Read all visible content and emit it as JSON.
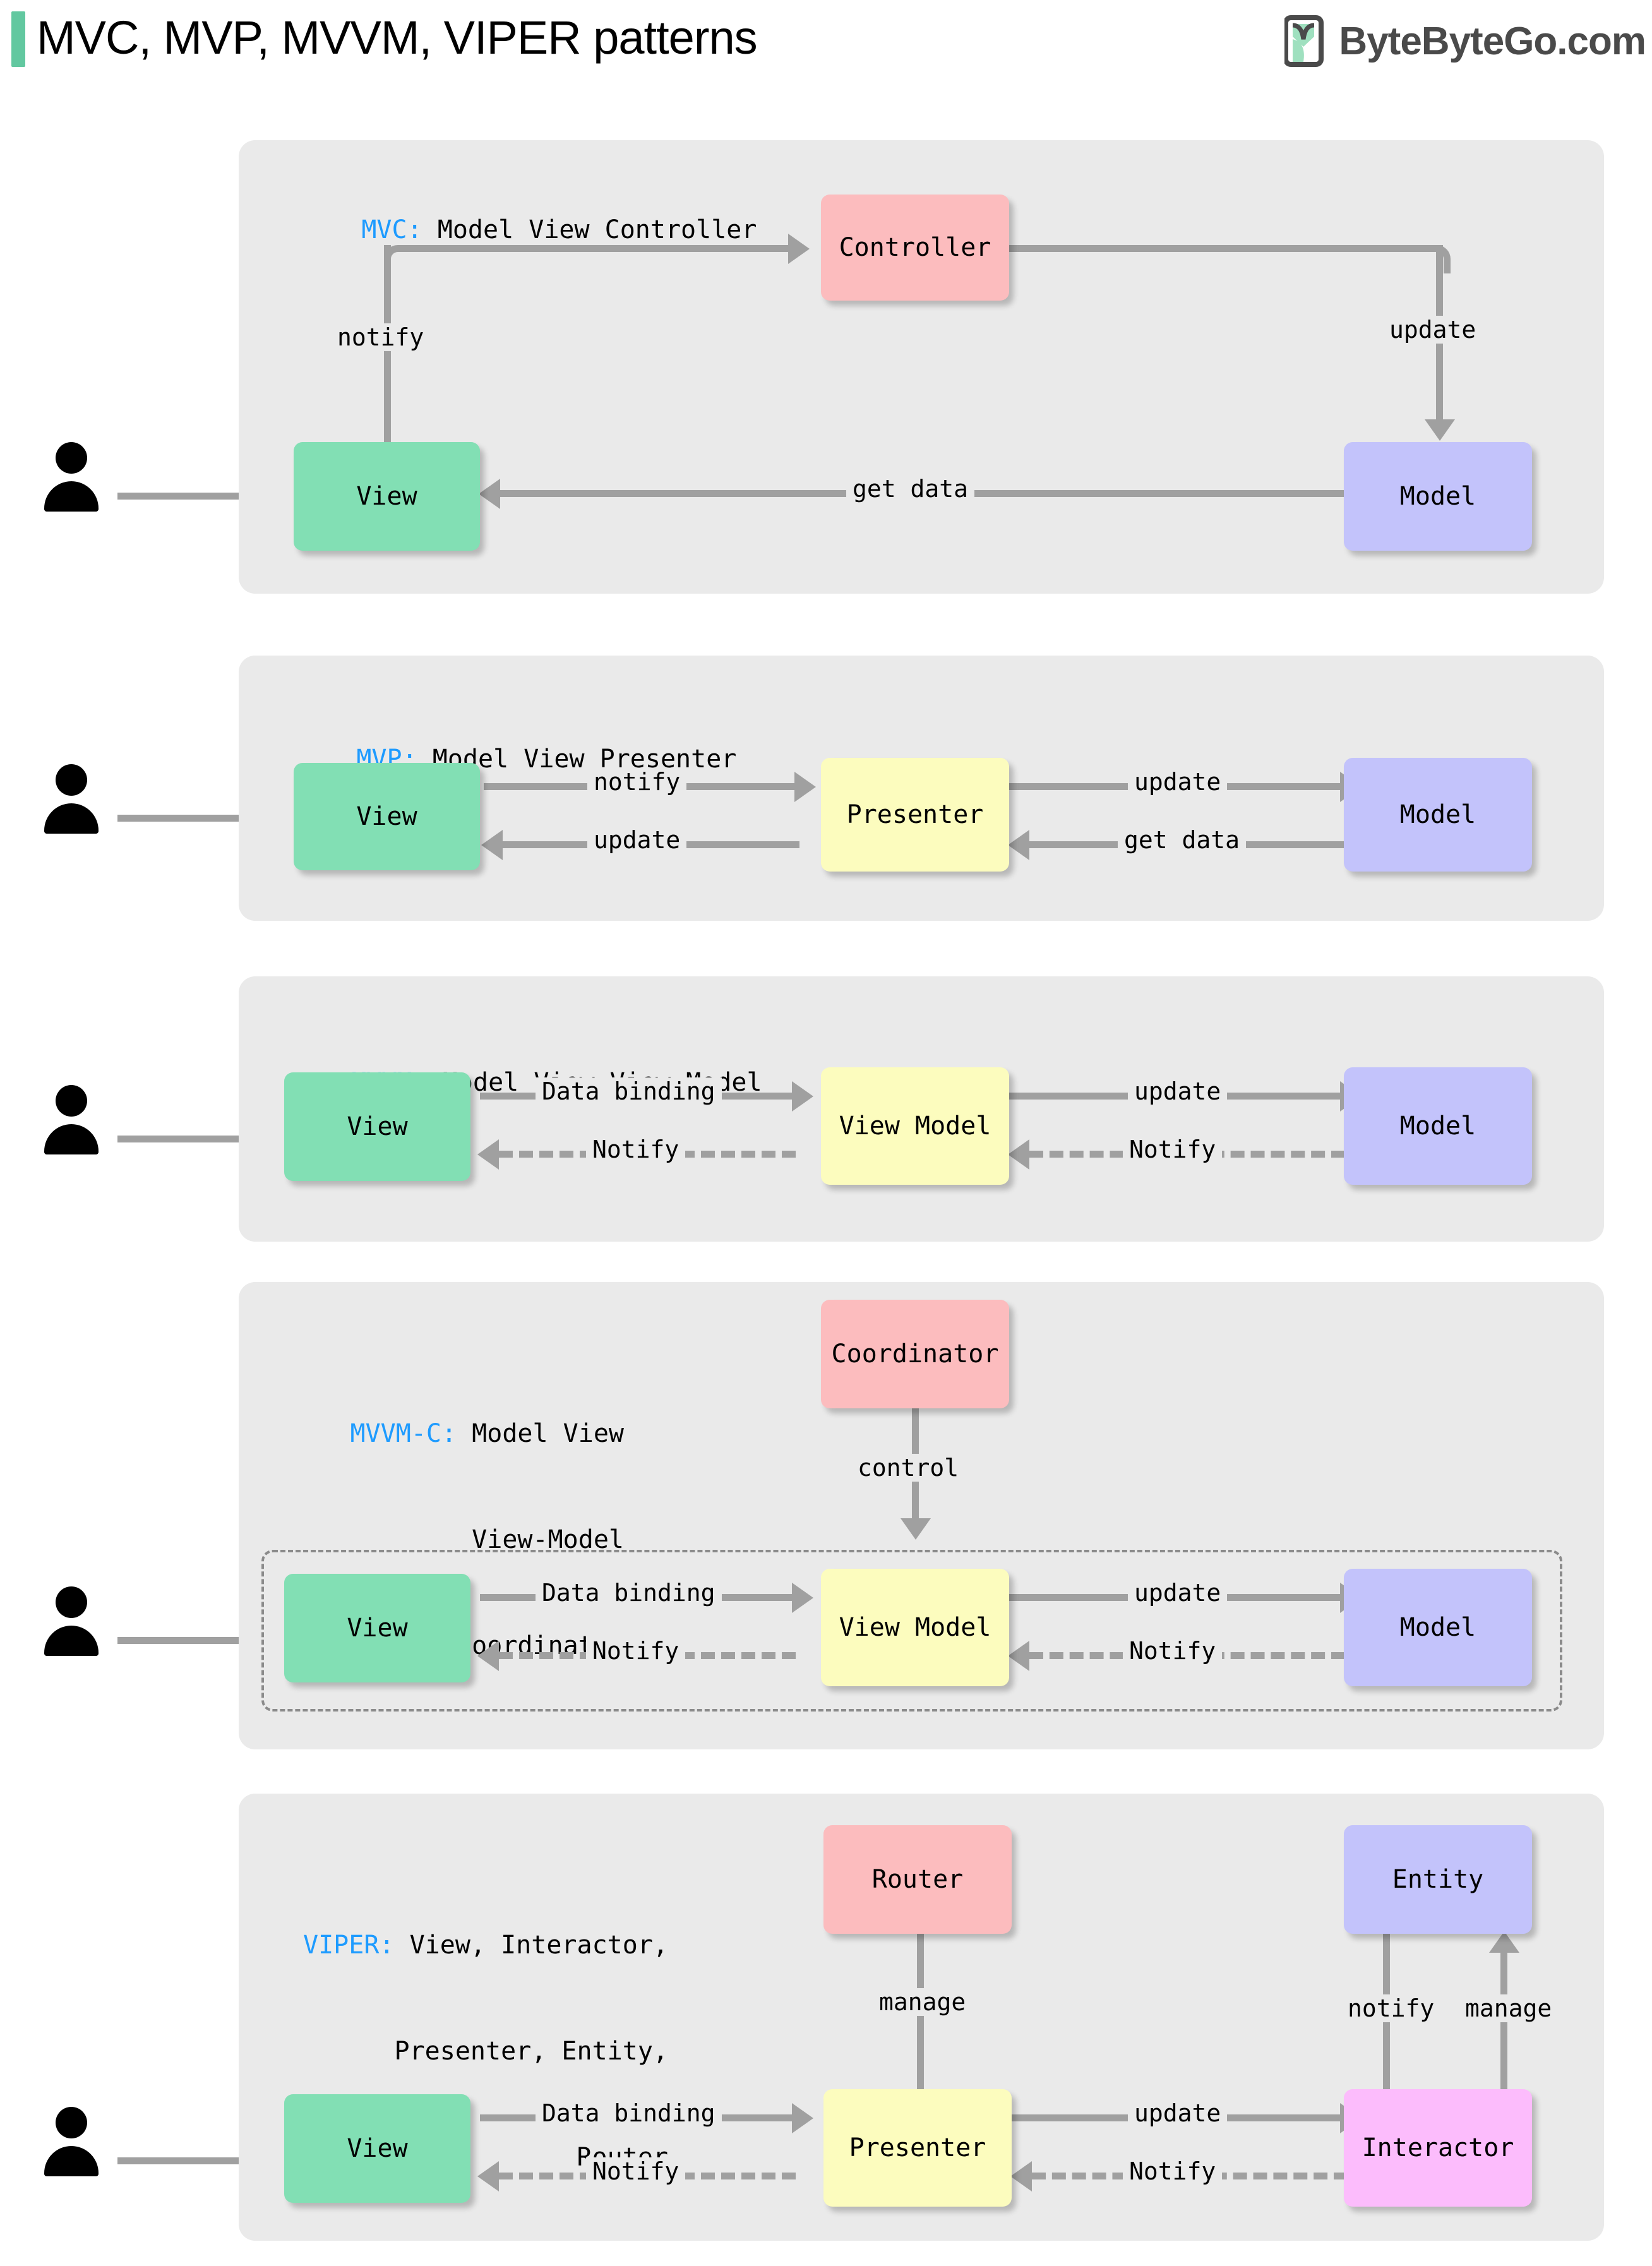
{
  "header": {
    "title": "MVC, MVP, MVVM, VIPER patterns",
    "brand": "ByteByteGo.com",
    "logo_icon": "bytebytego-leaf-logo",
    "accent_color": "#62c8a0"
  },
  "colors": {
    "panel_bg": "#eaeaea",
    "view": "#82dfb4",
    "model": "#c3c3fb",
    "controller": "#fcbcbe",
    "presenter": "#fcfcbe",
    "interactor": "#fcbcfc",
    "arrow": "#a0a0a0",
    "tag": "#1e9bff"
  },
  "sections": [
    {
      "id": "mvc",
      "tag": "MVC:",
      "title": " Model View Controller",
      "nodes": [
        {
          "label": "View",
          "color": "view"
        },
        {
          "label": "Controller",
          "color": "controller"
        },
        {
          "label": "Model",
          "color": "model"
        }
      ],
      "edges": [
        {
          "label": "notify",
          "style": "solid"
        },
        {
          "label": "update",
          "style": "solid"
        },
        {
          "label": "get data",
          "style": "solid"
        }
      ]
    },
    {
      "id": "mvp",
      "tag": "MVP:",
      "title": " Model View Presenter",
      "nodes": [
        {
          "label": "View",
          "color": "view"
        },
        {
          "label": "Presenter",
          "color": "presenter"
        },
        {
          "label": "Model",
          "color": "model"
        }
      ],
      "edges": [
        {
          "label": "notify",
          "style": "solid"
        },
        {
          "label": "update",
          "style": "solid"
        },
        {
          "label": "update",
          "style": "solid"
        },
        {
          "label": "get data",
          "style": "solid"
        }
      ]
    },
    {
      "id": "mvvm",
      "tag": "MVVM:",
      "title": " Model View View-Model",
      "nodes": [
        {
          "label": "View",
          "color": "view"
        },
        {
          "label": "View Model",
          "color": "presenter"
        },
        {
          "label": "Model",
          "color": "model"
        }
      ],
      "edges": [
        {
          "label": "Data binding",
          "style": "solid"
        },
        {
          "label": "update",
          "style": "solid"
        },
        {
          "label": "Notify",
          "style": "dashed"
        },
        {
          "label": "Notify",
          "style": "dashed"
        }
      ]
    },
    {
      "id": "mvvmc",
      "tag": "MVVM-C:",
      "title_line1": " Model View",
      "title_line2": "View-Model",
      "title_line3": "Coordinator",
      "nodes": [
        {
          "label": "Coordinator",
          "color": "controller"
        },
        {
          "label": "View",
          "color": "view"
        },
        {
          "label": "View Model",
          "color": "presenter"
        },
        {
          "label": "Model",
          "color": "model"
        }
      ],
      "edges": [
        {
          "label": "control",
          "style": "solid"
        },
        {
          "label": "Data binding",
          "style": "solid"
        },
        {
          "label": "update",
          "style": "solid"
        },
        {
          "label": "Notify",
          "style": "dashed"
        },
        {
          "label": "Notify",
          "style": "dashed"
        }
      ]
    },
    {
      "id": "viper",
      "tag": "VIPER:",
      "title_line1": " View, Interactor,",
      "title_line2": "Presenter, Entity,",
      "title_line3": "Router",
      "nodes": [
        {
          "label": "Router",
          "color": "controller"
        },
        {
          "label": "Entity",
          "color": "model"
        },
        {
          "label": "View",
          "color": "view"
        },
        {
          "label": "Presenter",
          "color": "presenter"
        },
        {
          "label": "Interactor",
          "color": "interactor"
        }
      ],
      "edges": [
        {
          "label": "manage",
          "style": "solid"
        },
        {
          "label": "notify",
          "style": "solid"
        },
        {
          "label": "manage",
          "style": "solid"
        },
        {
          "label": "Data binding",
          "style": "solid"
        },
        {
          "label": "update",
          "style": "solid"
        },
        {
          "label": "Notify",
          "style": "dashed"
        },
        {
          "label": "Notify",
          "style": "dashed"
        }
      ]
    }
  ],
  "actor_icon": "user-person-icon"
}
